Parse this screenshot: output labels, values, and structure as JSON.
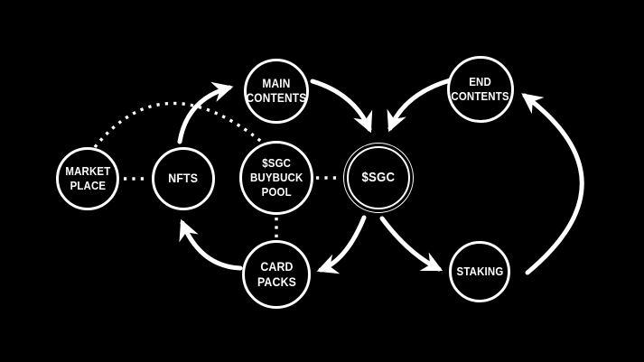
{
  "diagram": {
    "colors": {
      "background": "#000000",
      "line": "#ffffff",
      "text": "#ffffff"
    },
    "nodes": [
      {
        "id": "market-place",
        "label": "MARKET\nPLACE"
      },
      {
        "id": "nfts",
        "label": "NFTS"
      },
      {
        "id": "main-contents",
        "label": "MAIN\nCONTENTS"
      },
      {
        "id": "sgc-buybuck-pool",
        "label": "$SGC\nBUYBUCK\nPOOL"
      },
      {
        "id": "card-packs",
        "label": "CARD\nPACKS"
      },
      {
        "id": "sgc",
        "label": "$SGC"
      },
      {
        "id": "end-contents",
        "label": "END\nCONTENTS"
      },
      {
        "id": "staking",
        "label": "STAKING"
      }
    ],
    "edges": [
      {
        "from": "market-place",
        "to": "nfts",
        "style": "dotted",
        "arrow": false
      },
      {
        "from": "market-place",
        "to": "sgc-buybuck-pool",
        "style": "dotted-arc",
        "arrow": false
      },
      {
        "from": "sgc-buybuck-pool",
        "to": "sgc",
        "style": "dotted",
        "arrow": false
      },
      {
        "from": "sgc-buybuck-pool",
        "to": "card-packs",
        "style": "dotted",
        "arrow": false
      },
      {
        "from": "nfts",
        "to": "main-contents",
        "style": "solid",
        "arrow": true
      },
      {
        "from": "main-contents",
        "to": "sgc",
        "style": "solid",
        "arrow": true
      },
      {
        "from": "end-contents",
        "to": "sgc",
        "style": "solid",
        "arrow": true
      },
      {
        "from": "sgc",
        "to": "card-packs",
        "style": "solid",
        "arrow": true
      },
      {
        "from": "sgc",
        "to": "staking",
        "style": "solid",
        "arrow": true
      },
      {
        "from": "staking",
        "to": "end-contents",
        "style": "solid",
        "arrow": true
      },
      {
        "from": "card-packs",
        "to": "nfts",
        "style": "solid",
        "arrow": true
      }
    ]
  }
}
